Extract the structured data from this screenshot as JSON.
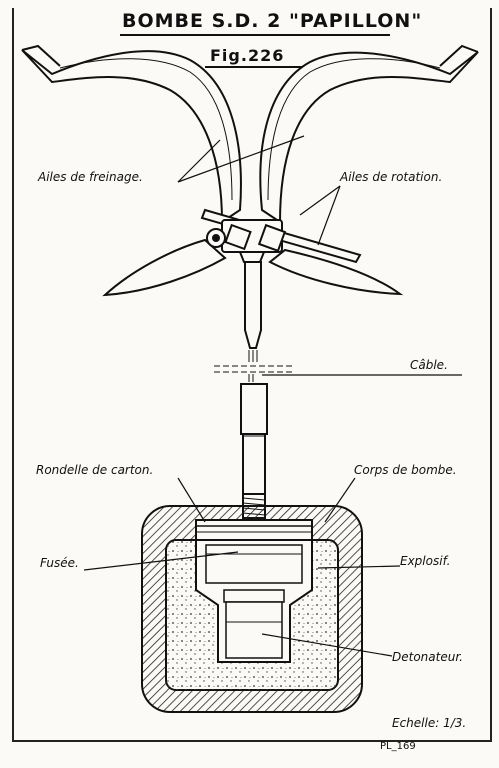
{
  "title": "BOMBE S.D. 2 \"PAPILLON\"",
  "figure": "Fig.226",
  "labels": {
    "ailes_freinage": "Ailes de freinage.",
    "ailes_rotation": "Ailes de rotation.",
    "cable": "Câble.",
    "rondelle": "Rondelle de carton.",
    "corps": "Corps de bombe.",
    "fusee": "Fusée.",
    "explosif": "Explosif.",
    "detonateur": "Detonateur.",
    "echelle": "Echelle: 1/3."
  },
  "footer": "PL_169"
}
